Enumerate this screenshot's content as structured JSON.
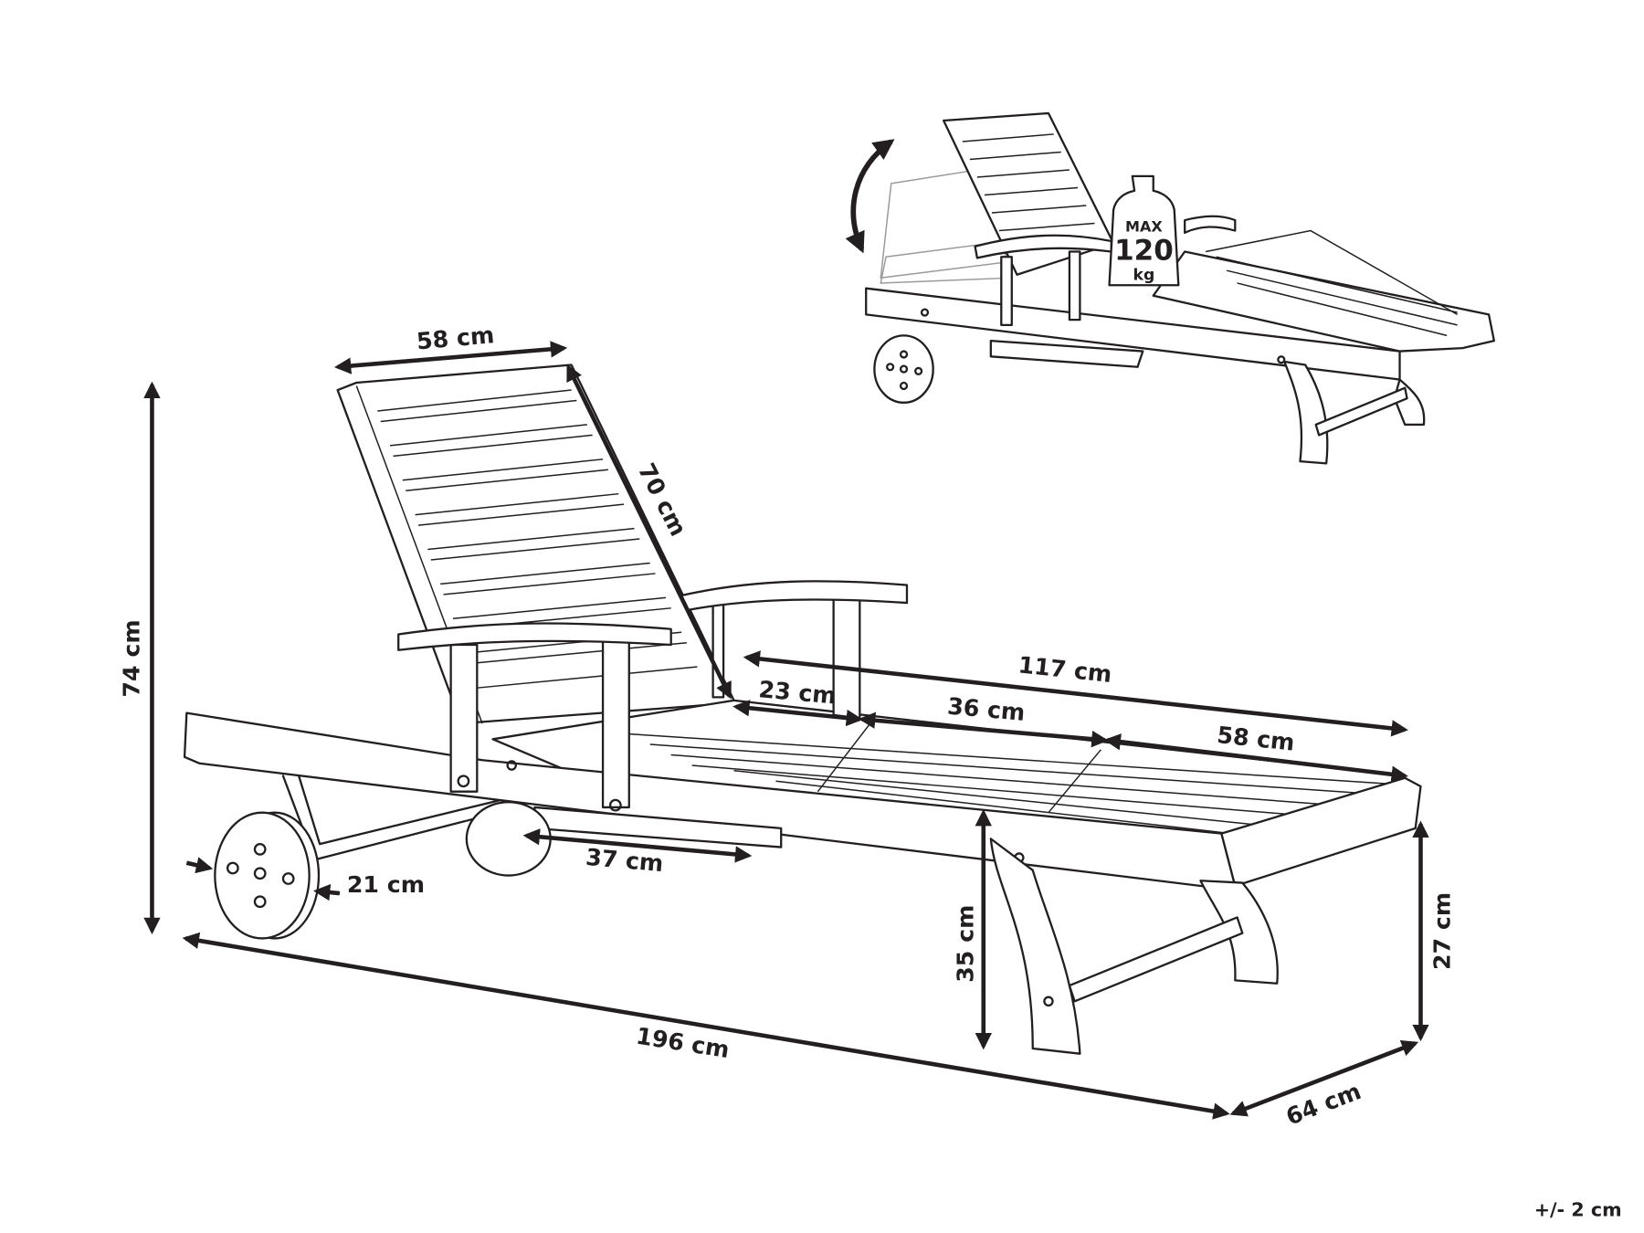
{
  "dimensions": {
    "backrest_width": "58 cm",
    "backrest_length": "70 cm",
    "total_height": "74 cm",
    "seat_length": "117 cm",
    "seat_segment_1": "23 cm",
    "seat_segment_2": "36 cm",
    "seat_segment_3": "58 cm",
    "tray_length": "37 cm",
    "wheel_diameter": "21 cm",
    "total_length": "196 cm",
    "total_width": "64 cm",
    "seat_height": "35 cm",
    "leg_rest_height": "27 cm"
  },
  "tolerance": "+/- 2 cm",
  "weight_badge": {
    "line1": "MAX",
    "line2": "120",
    "line3": "kg"
  },
  "icons": [
    "adjust-backrest-arrow-icon",
    "weight-icon"
  ]
}
